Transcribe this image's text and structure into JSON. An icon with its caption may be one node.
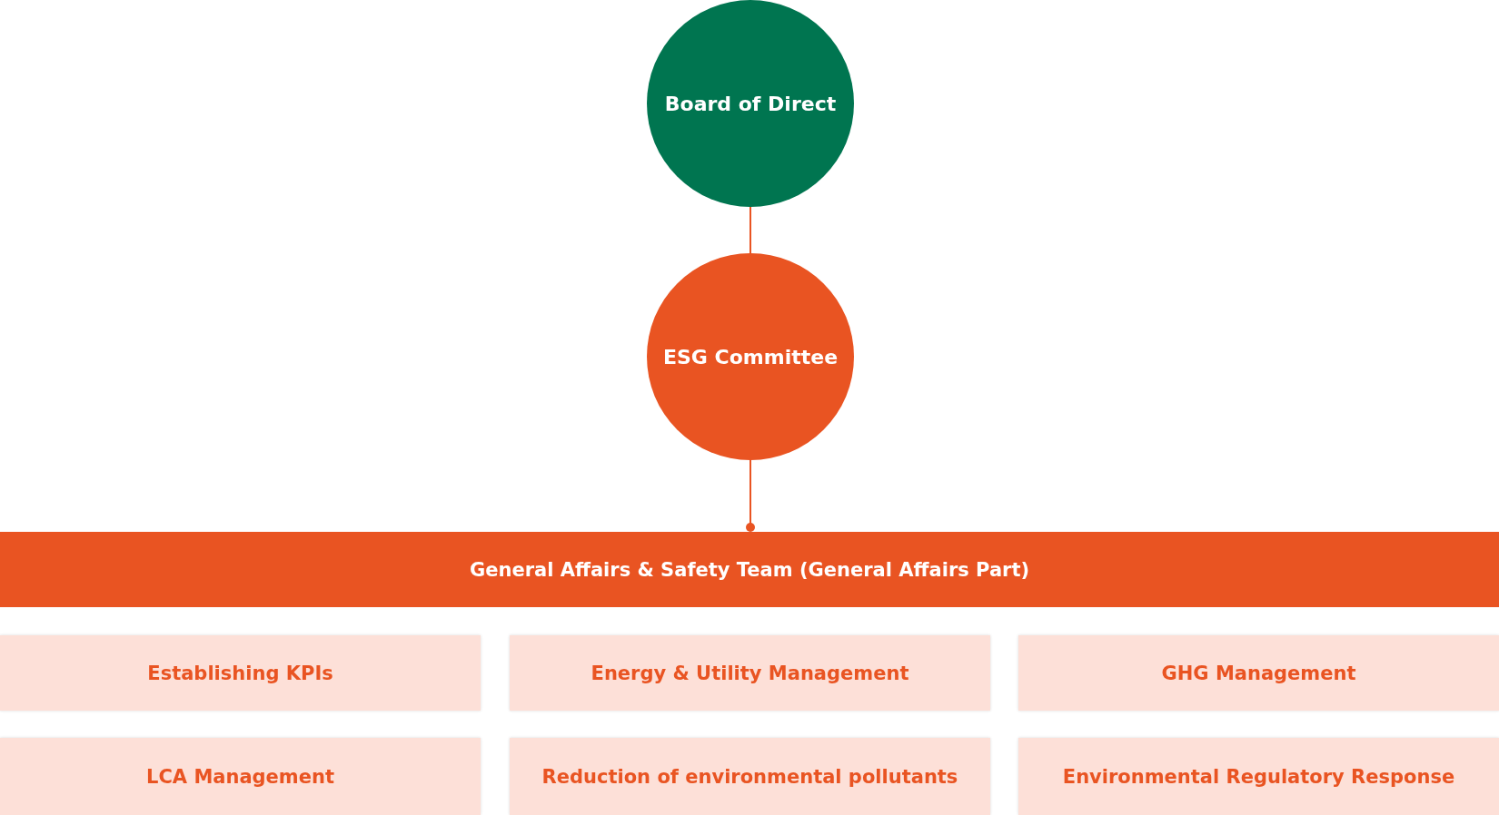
{
  "diagram": {
    "nodes": [
      {
        "text": [
          "Board of Direct"
        ]
      },
      {
        "text": [
          "ESG Committee"
        ]
      },
      {
        "text": [
          "General Affairs & Safety Team (General Affairs Part)"
        ]
      },
      {
        "text": [
          "Establishing KPIs"
        ]
      },
      {
        "text": [
          "Energy & Utility Management"
        ]
      },
      {
        "text": [
          "GHG Management"
        ]
      },
      {
        "text": [
          "LCA Management"
        ]
      },
      {
        "text": [
          "Reduction of environmental pollutants"
        ]
      },
      {
        "text": [
          "Environmental Regulatory Response"
        ]
      }
    ],
    "edges": [
      {
        "from": 0,
        "to": 1,
        "arrow": "none"
      },
      {
        "from": 1,
        "to": 2,
        "arrow": "other"
      }
    ]
  }
}
